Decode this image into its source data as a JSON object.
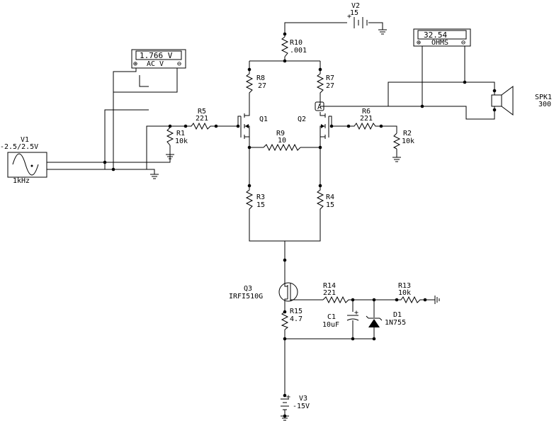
{
  "components": {
    "v1": {
      "name": "V1",
      "value": "-2.5/2.5V",
      "freq": "1kHz"
    },
    "v2": {
      "name": "V2",
      "value": "15"
    },
    "v3": {
      "name": "V3",
      "value": "-15V"
    },
    "r1": {
      "name": "R1",
      "value": "10k"
    },
    "r2": {
      "name": "R2",
      "value": "10k"
    },
    "r3": {
      "name": "R3",
      "value": "15"
    },
    "r4": {
      "name": "R4",
      "value": "15"
    },
    "r5": {
      "name": "R5",
      "value": "221"
    },
    "r6": {
      "name": "R6",
      "value": "221"
    },
    "r7": {
      "name": "R7",
      "value": "27"
    },
    "r8": {
      "name": "R8",
      "value": "27"
    },
    "r9": {
      "name": "R9",
      "value": "10"
    },
    "r10": {
      "name": "R10",
      "value": ".001"
    },
    "r13": {
      "name": "R13",
      "value": "10k"
    },
    "r14": {
      "name": "R14",
      "value": "221"
    },
    "r15": {
      "name": "R15",
      "value": "4.7"
    },
    "q1": {
      "name": "Q1"
    },
    "q2": {
      "name": "Q2"
    },
    "q3": {
      "name": "Q3",
      "value": "IRFI510G"
    },
    "c1": {
      "name": "C1",
      "value": "10uF"
    },
    "d1": {
      "name": "D1",
      "value": "1N755"
    },
    "spk1": {
      "name": "SPK1",
      "value": "300"
    },
    "probe": {
      "label": "A"
    }
  },
  "meters": {
    "voltmeter": {
      "reading": "1.766 V",
      "mode": "AC V",
      "plus": "⊕",
      "minus": "⊖"
    },
    "ohmmeter": {
      "reading": "32.54",
      "mode": "OHMS",
      "plus": "⊕",
      "minus": "⊖"
    }
  }
}
